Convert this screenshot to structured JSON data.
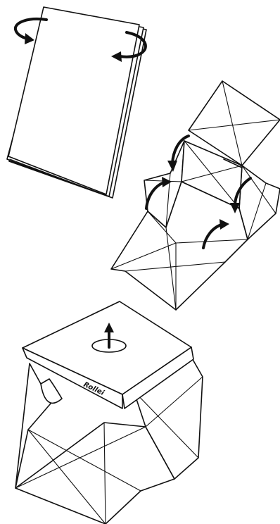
{
  "diagram": {
    "brand_logo": "Rollei",
    "steps": [
      {
        "id": "step-1",
        "depiction": "folded-panels",
        "icons": [
          "rotate-arrow-icon",
          "rotate-arrow-icon"
        ]
      },
      {
        "id": "step-2",
        "depiction": "unfolding-box",
        "icons": [
          "fold-arrow-icon",
          "fold-arrow-icon",
          "fold-arrow-icon",
          "fold-arrow-icon"
        ]
      },
      {
        "id": "step-3",
        "depiction": "assembled-light-box",
        "icons": [
          "lift-arrow-icon"
        ]
      }
    ],
    "colors": {
      "line": "#111111",
      "background": "#ffffff"
    }
  }
}
